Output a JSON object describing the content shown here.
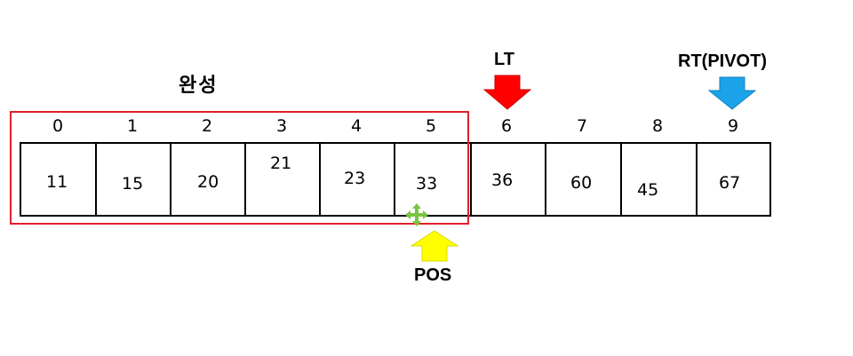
{
  "completed_label": "완성",
  "indices": [
    "0",
    "1",
    "2",
    "3",
    "4",
    "5",
    "6",
    "7",
    "8",
    "9"
  ],
  "values": [
    "11",
    "15",
    "20",
    "21",
    "23",
    "33",
    "36",
    "60",
    "45",
    "67"
  ],
  "pointers": {
    "lt": {
      "label": "LT",
      "color": "#ff0000"
    },
    "rt": {
      "label": "RT(PIVOT)",
      "color": "#1aa3e8"
    },
    "pos": {
      "label": "POS",
      "color": "#ffff00"
    }
  },
  "colors": {
    "completed_frame": "#e0202c",
    "move_icon": "#7cc242"
  }
}
